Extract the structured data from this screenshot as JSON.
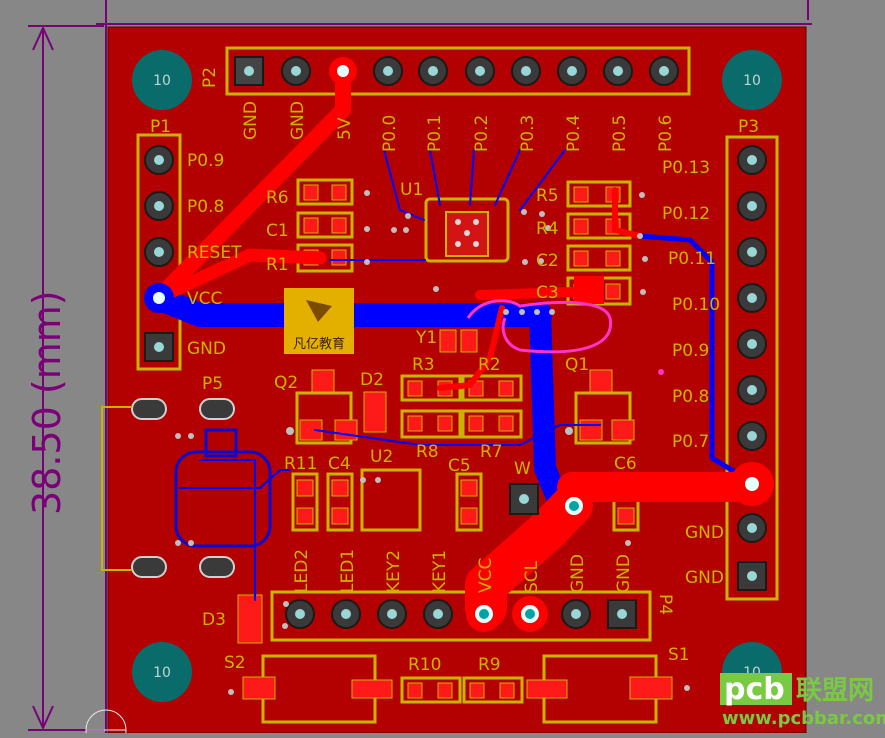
{
  "dimension": {
    "text": "38.50 (mm)"
  },
  "headers": {
    "P2": {
      "designator": "P2",
      "pins": [
        "GND",
        "GND",
        "5V",
        "P0.0",
        "P0.1",
        "P0.2",
        "P0.3",
        "P0.4",
        "P0.5",
        "P0.6"
      ]
    },
    "P1": {
      "designator": "P1",
      "labels": [
        "P0.9",
        "P0.8",
        "RESET",
        "VCC",
        "GND"
      ]
    },
    "P3": {
      "designator": "P3",
      "labels": [
        "P0.13",
        "P0.12",
        "P0.11",
        "P0.10",
        "P0.9",
        "P0.8",
        "P0.7",
        "",
        "GND",
        "GND"
      ]
    },
    "P4": {
      "designator": "P4",
      "pins": [
        "LED2",
        "LED1",
        "KEY2",
        "KEY1",
        "VCC",
        "SCL",
        "GND",
        "GND"
      ]
    },
    "P5": {
      "designator": "P5"
    }
  },
  "mount_holes": [
    "10",
    "10",
    "10",
    "10"
  ],
  "components": {
    "U1": "U1",
    "U2": "U2",
    "R1": "R1",
    "R2": "R2",
    "R3": "R3",
    "R4": "R4",
    "R5": "R5",
    "R6": "R6",
    "R7": "R7",
    "R8": "R8",
    "R9": "R9",
    "R10": "R10",
    "R11": "R11",
    "C1": "C1",
    "C2": "C2",
    "C3": "C3",
    "C4": "C4",
    "C5": "C5",
    "C6": "C6",
    "D2": "D2",
    "D3": "D3",
    "Q1": "Q1",
    "Q2": "Q2",
    "Y1": "Y1",
    "S1": "S1",
    "S2": "S2",
    "W": "W"
  },
  "logo_text": "凡亿教育",
  "watermark": {
    "brand": "pcb",
    "cn": "联盟网",
    "url": "www.pcbbar.com"
  },
  "colors": {
    "board": "#b30000",
    "top_copper": "#ff0000",
    "bottom_copper": "#0000ff",
    "silk": "#c8b400",
    "outline": "#7a0078",
    "pad": "#00a3a3"
  }
}
